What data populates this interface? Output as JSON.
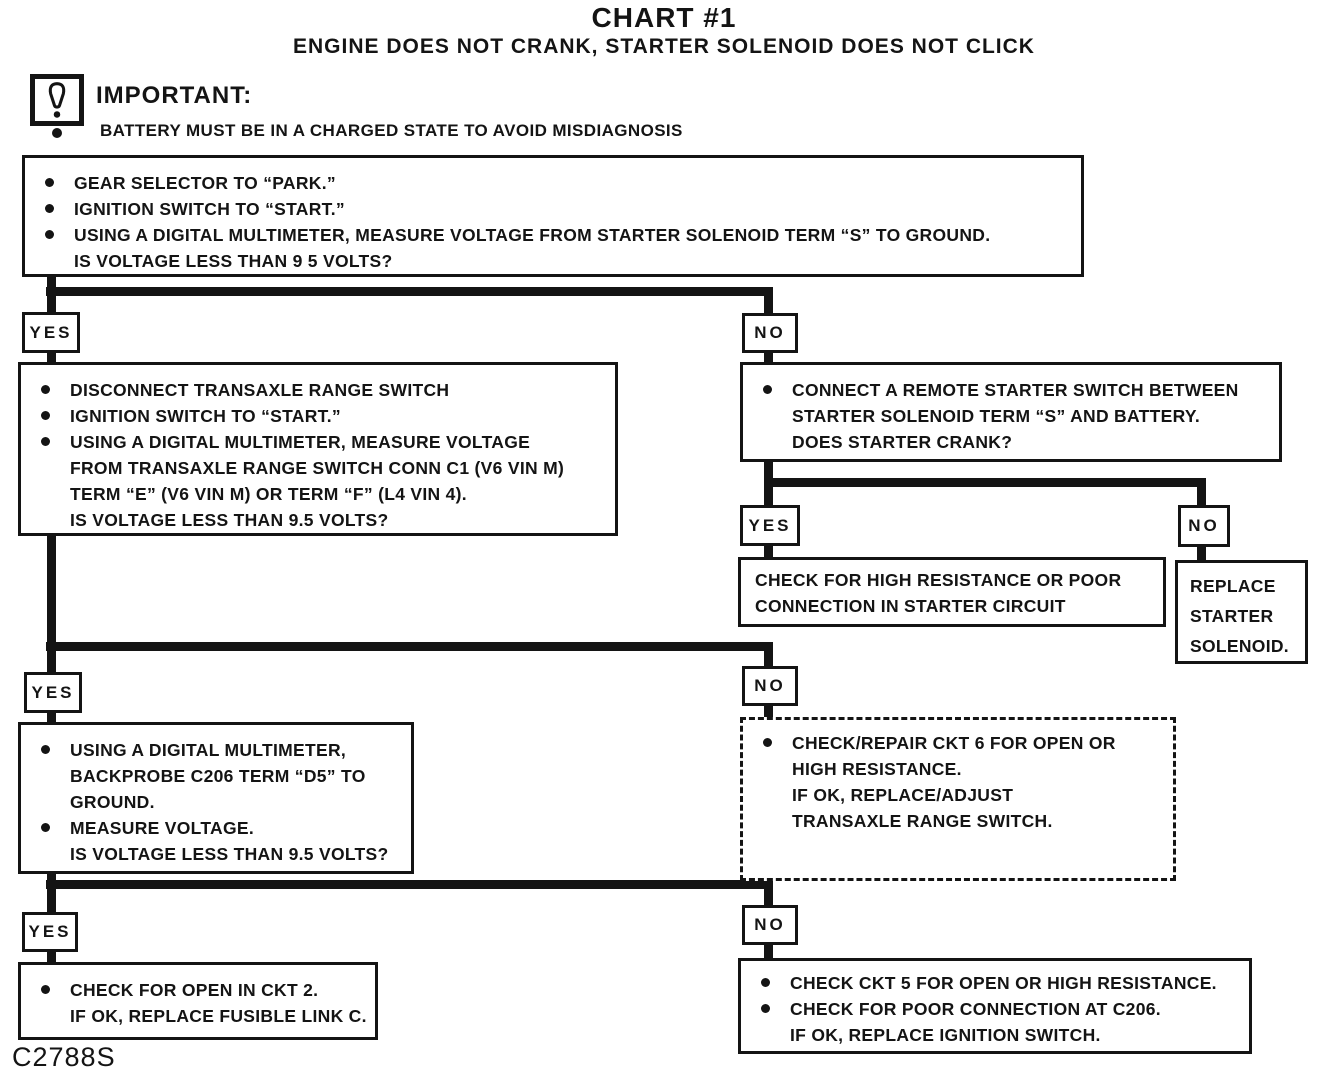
{
  "title": "CHART #1",
  "subtitle": "ENGINE DOES NOT CRANK, STARTER SOLENOID DOES NOT CLICK",
  "figure_id": "C2788S",
  "colors": {
    "ink": "#141414",
    "paper": "#ffffff"
  },
  "important": {
    "label": "IMPORTANT:",
    "note": "BATTERY MUST BE IN A CHARGED STATE TO AVOID MISDIAGNOSIS"
  },
  "labels": {
    "yes": "YES",
    "no": "NO"
  },
  "boxes": {
    "start": {
      "lines": [
        "GEAR SELECTOR TO “PARK.”",
        "IGNITION SWITCH TO “START.”",
        "USING A DIGITAL MULTIMETER, MEASURE VOLTAGE FROM STARTER SOLENOID TERM “S” TO GROUND.",
        "IS VOLTAGE LESS THAN 9 5 VOLTS?"
      ]
    },
    "transaxle_check": {
      "lines": [
        "DISCONNECT TRANSAXLE RANGE SWITCH",
        "IGNITION SWITCH TO “START.”",
        "USING A DIGITAL MULTIMETER, MEASURE VOLTAGE",
        "FROM TRANSAXLE RANGE SWITCH CONN C1 (V6 VIN M)",
        "TERM “E” (V6 VIN M) OR TERM “F” (L4 VIN 4).",
        "IS VOLTAGE LESS THAN 9.5 VOLTS?"
      ]
    },
    "remote_starter": {
      "lines": [
        "CONNECT A REMOTE STARTER SWITCH BETWEEN",
        "STARTER SOLENOID TERM “S” AND BATTERY.",
        "DOES STARTER CRANK?"
      ]
    },
    "starter_circuit": {
      "lines": [
        "CHECK FOR HIGH RESISTANCE OR POOR",
        "CONNECTION IN STARTER CIRCUIT"
      ]
    },
    "replace_solenoid": {
      "lines": [
        "REPLACE",
        "STARTER",
        "SOLENOID."
      ]
    },
    "backprobe": {
      "lines": [
        "USING A DIGITAL MULTIMETER,",
        "BACKPROBE C206 TERM “D5” TO",
        "GROUND.",
        "MEASURE VOLTAGE.",
        "IS VOLTAGE LESS THAN 9.5 VOLTS?"
      ]
    },
    "ckt6_repair": {
      "lines": [
        "CHECK/REPAIR CKT 6 FOR OPEN OR",
        "HIGH RESISTANCE.",
        "IF OK, REPLACE/ADJUST",
        "TRANSAXLE RANGE SWITCH."
      ]
    },
    "ckt2_check": {
      "lines": [
        "CHECK FOR OPEN IN CKT 2.",
        "IF OK, REPLACE FUSIBLE LINK C."
      ]
    },
    "ckt5_check": {
      "lines": [
        "CHECK CKT 5 FOR OPEN OR HIGH RESISTANCE.",
        "CHECK FOR POOR CONNECTION AT C206.",
        "IF OK, REPLACE IGNITION SWITCH."
      ]
    }
  }
}
